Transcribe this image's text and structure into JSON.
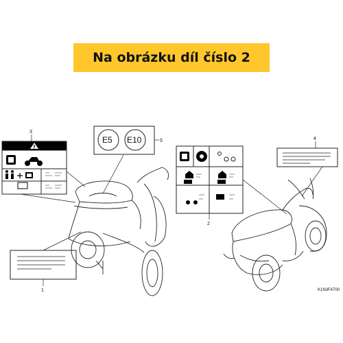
{
  "header": {
    "title": "Na obrázku díl číslo 2"
  },
  "callouts": {
    "c1": "1",
    "c2": "2",
    "c3": "3",
    "c4": "4",
    "c5": "5"
  },
  "fuel_labels": {
    "e5": "E5",
    "e10": "E10"
  },
  "drawing_code": "K1N3F4700",
  "colors": {
    "banner": "#ffc72c",
    "line": "#222222"
  }
}
